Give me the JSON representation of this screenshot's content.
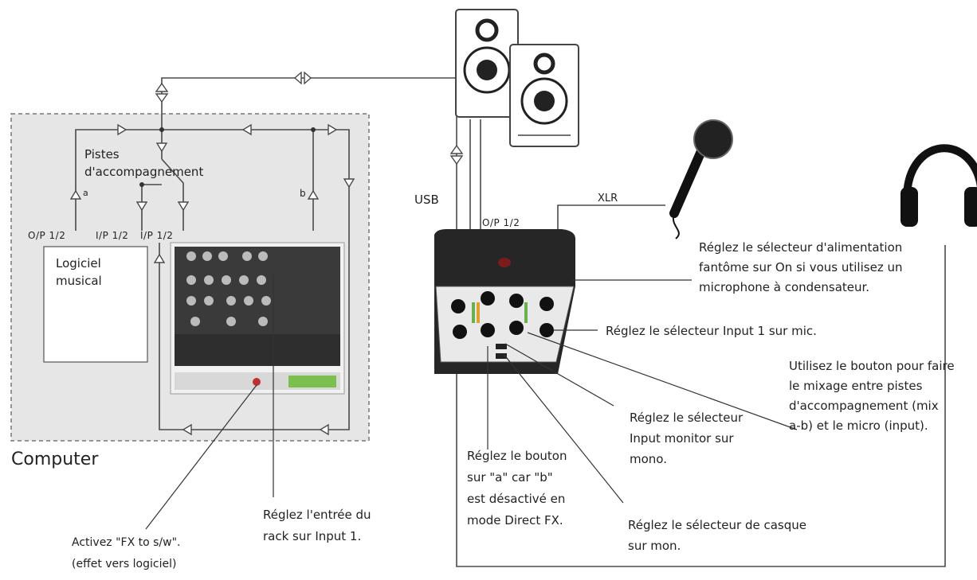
{
  "computer_label": "Computer",
  "software_label_line1": "Logiciel",
  "software_label_line2": "musical",
  "backing_tracks_line1": "Pistes",
  "backing_tracks_line2": "d'accompagnement",
  "ports": {
    "op_left": "O/P 1/2",
    "ip_a": "I/P 1/2",
    "ip_b": "I/P 1/2",
    "letter_a": "a",
    "letter_b": "b",
    "usb": "USB",
    "op_device": "O/P 1/2",
    "xlr": "XLR"
  },
  "annotations": {
    "phantom": [
      "Réglez le sélecteur d'alimentation",
      "fantôme sur On si vous utilisez un",
      "microphone à condensateur."
    ],
    "input1": [
      "Réglez le sélecteur Input 1 sur mic."
    ],
    "mix_knob": [
      "Utilisez le bouton pour faire",
      "le mixage entre pistes",
      "d'accompagnement (mix",
      "a-b) et le micro (input)."
    ],
    "input_monitor": [
      "Réglez le sélecteur",
      "Input monitor sur",
      "mono."
    ],
    "button_a": [
      "Réglez le bouton",
      "sur \"a\" car \"b\"",
      "est désactivé en",
      "mode Direct FX."
    ],
    "headphones": [
      "Réglez le sélecteur de casque",
      "sur mon."
    ],
    "rack_input": [
      "Réglez l'entrée du",
      "rack sur Input 1."
    ],
    "fx_to_sw": [
      "Activez \"FX to s/w\".",
      "(effet vers logiciel)"
    ]
  },
  "colors": {
    "line": "#4a4a4a",
    "computer_bg": "#e6e6e6",
    "device_dark": "#262626",
    "device_panel": "#e9e9e9",
    "knob": "#1a1a1a",
    "meter_green": "#6ab04c"
  }
}
